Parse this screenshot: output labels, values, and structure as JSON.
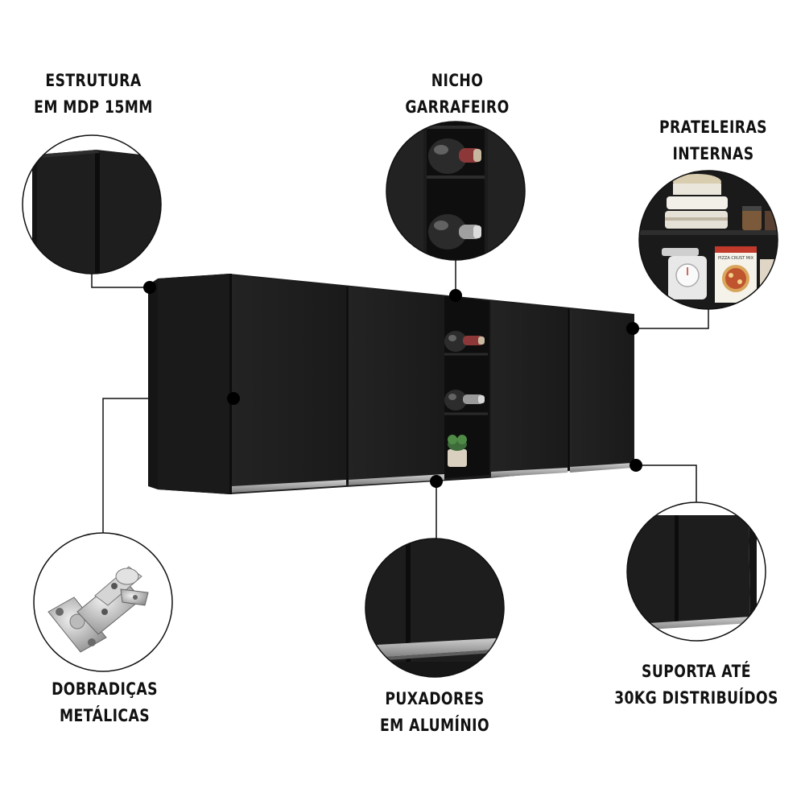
{
  "colors": {
    "background": "#ffffff",
    "cabinet": "#1e1e1e",
    "cabinet_shadow": "#141414",
    "door_gap": "#0a0a0a",
    "handle": "#a8a8a8",
    "callout_line": "#111111",
    "text": "#111111"
  },
  "callouts": {
    "estrutura": {
      "line1": "ESTRUTURA",
      "line2": "EM MDP 15MM",
      "icon": "cabinet-corner-detail"
    },
    "nicho": {
      "line1": "NICHO",
      "line2": "GARRAFEIRO",
      "icon": "wine-niche-detail"
    },
    "prateleiras": {
      "line1": "PRATELEIRAS",
      "line2": "INTERNAS",
      "icon": "internal-shelves-detail",
      "product_box_text": "PIZZA CRUST MIX"
    },
    "dobradicas": {
      "line1": "DOBRADIÇAS",
      "line2": "METÁLICAS",
      "icon": "metal-hinge"
    },
    "puxadores": {
      "line1": "PUXADORES",
      "line2": "EM ALUMÍNIO",
      "icon": "aluminium-handle-detail"
    },
    "suporta": {
      "line1": "SUPORTA ATÉ",
      "line2": "30KG DISTRIBUÍDOS",
      "icon": "cabinet-bottom-detail"
    }
  },
  "product": {
    "icon": "wall-cabinet",
    "doors": 4,
    "niche_bottles": 2
  }
}
